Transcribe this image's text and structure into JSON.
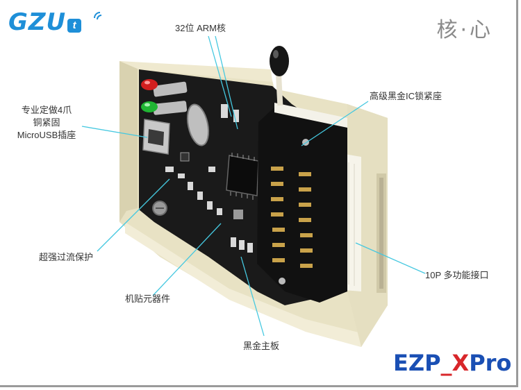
{
  "logo": {
    "text": "GZU",
    "badge": "t"
  },
  "heading": "核·心",
  "labels": {
    "arm": "32位 ARM核",
    "claw_line1": "专业定做4爪",
    "claw_line2": "铜紧固",
    "claw_line3": "MicroUSB插座",
    "ic_socket": "高级黑金IC锁紧座",
    "overcurrent": "超强过流保护",
    "smd": "机贴元器件",
    "board": "黑金主板",
    "interface": "10P 多功能接口"
  },
  "product": {
    "part1": "EZP",
    "part2": "_X",
    "part3": "Pro"
  },
  "colors": {
    "accent": "#1e8fd8",
    "leader_line": "#45c8e0",
    "product_blue": "#1a4fb4",
    "product_red": "#d8262a",
    "case": "#ece6c8",
    "pcb": "#161616"
  }
}
